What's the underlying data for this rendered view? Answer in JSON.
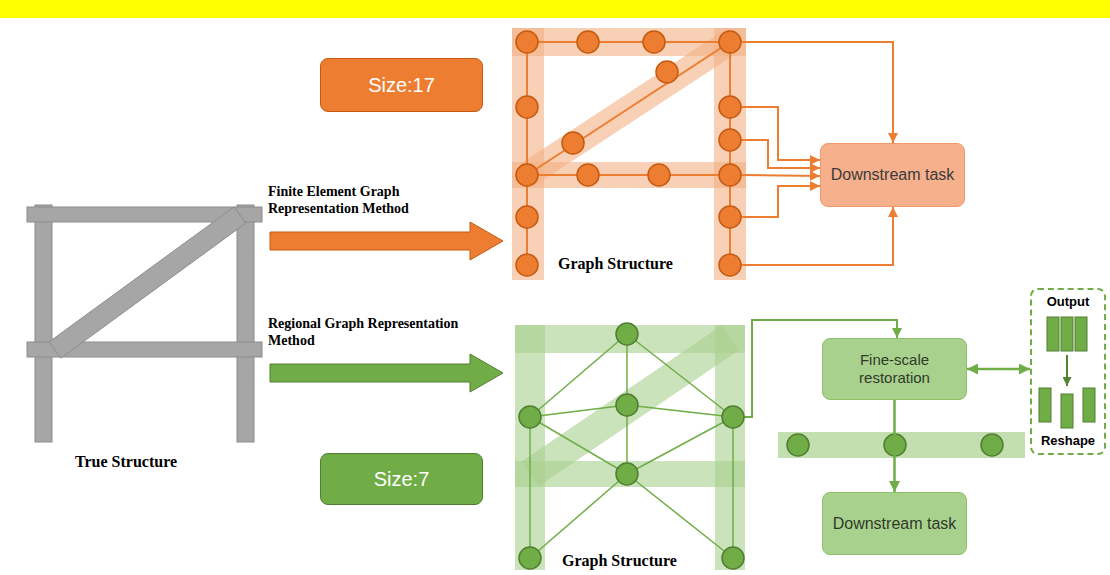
{
  "diagram": {
    "nodes": [
      {
        "text": [
          "Size:17"
        ]
      },
      {
        "text": [
          "Downstream task"
        ]
      },
      {
        "text": [
          "Output",
          "Reshape"
        ]
      },
      {
        "text": [
          "Fine-scale restoration"
        ]
      },
      {
        "text": [
          "Size:7"
        ]
      },
      {
        "text": [
          "Downstream task"
        ]
      }
    ],
    "edges": [
      {
        "from": 3,
        "to": 5,
        "arrow": "to"
      },
      {
        "from": 3,
        "to": 2,
        "arrow": "both"
      }
    ],
    "labels": [
      "Finite Element Graph Representation Method",
      "Graph Structure",
      "True Structure",
      "Regional Graph Representation Method",
      "Graph Structure"
    ]
  }
}
